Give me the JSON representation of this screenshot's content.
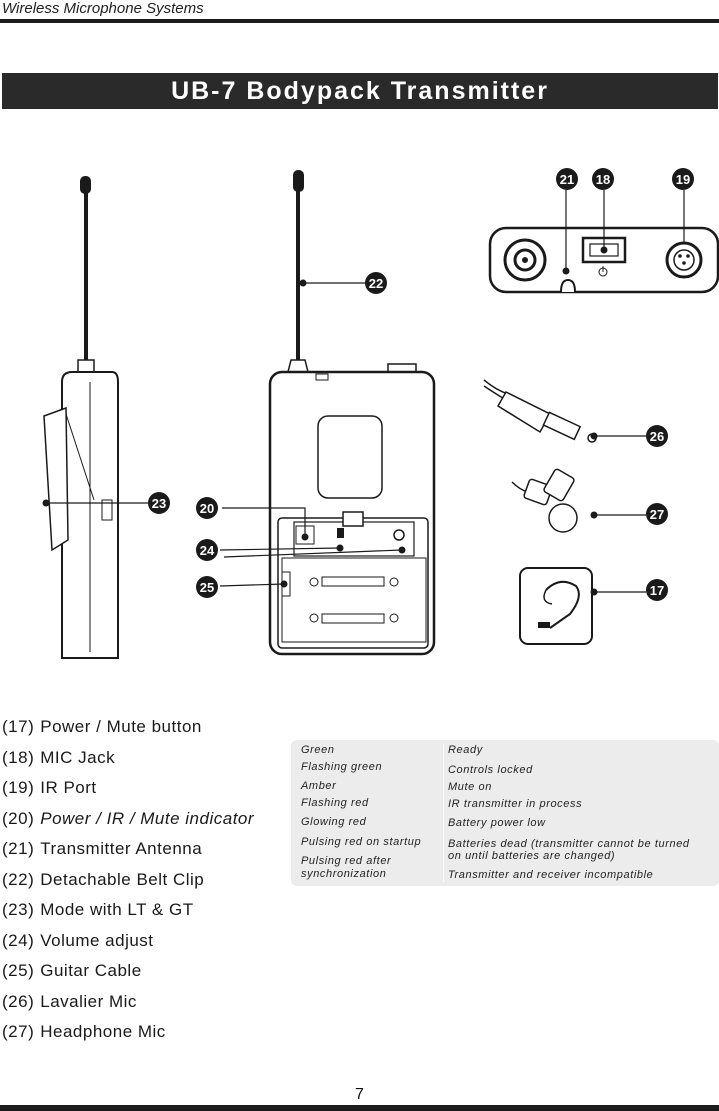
{
  "header": {
    "running_title": "Wireless Microphone Systems"
  },
  "title": "UB-7 Bodypack Transmitter",
  "callouts": [
    "17",
    "18",
    "19",
    "20",
    "21",
    "22",
    "23",
    "24",
    "25",
    "26",
    "27"
  ],
  "parts": [
    {
      "num": "(17)",
      "label": "Power / Mute button"
    },
    {
      "num": "(18)",
      "label": "MIC Jack"
    },
    {
      "num": "(19)",
      "label": "IR Port"
    },
    {
      "num": "(20)",
      "label": "Power / IR  /  Mute indicator"
    },
    {
      "num": "(21)",
      "label": "Transmitter Antenna"
    },
    {
      "num": "(22)",
      "label": "Detachable Belt Clip"
    },
    {
      "num": "(23)",
      "label": "Mode with LT & GT"
    },
    {
      "num": "(24)",
      "label": "Volume adjust"
    },
    {
      "num": "(25)",
      "label": "Guitar Cable"
    },
    {
      "num": "(26)",
      "label": "Lavalier Mic"
    },
    {
      "num": "(27)",
      "label": "Headphone Mic"
    }
  ],
  "indicator_table": {
    "states": [
      "Green",
      "Flashing  green",
      "Amber",
      "Flashing  red",
      "Glowing  red",
      "Pulsing  red  on  startup",
      "Pulsing  red  after",
      "synchronization"
    ],
    "meanings": [
      "Ready",
      "Controls  locked",
      "Mute  on",
      "IR  transmitter  in  process",
      "Battery  power  low",
      "Batteries  dead (transmitter  cannot  be  turned",
      "on  until batteries  are  changed)",
      "Transmitter  and  receiver  incompatible"
    ]
  },
  "page_number": "7"
}
